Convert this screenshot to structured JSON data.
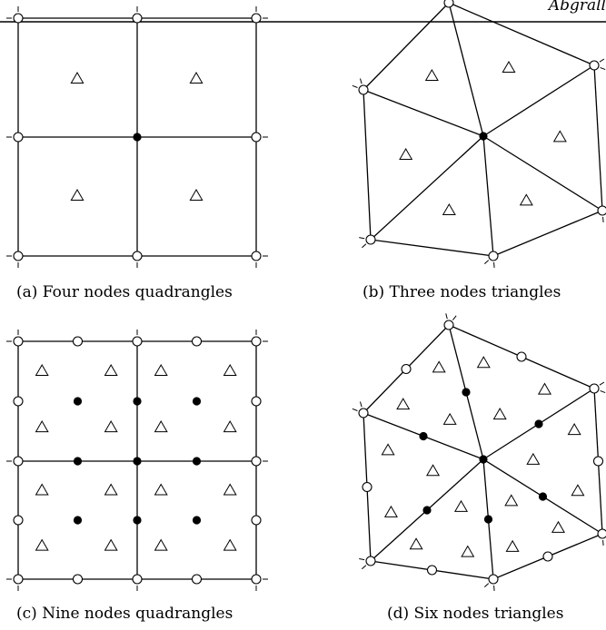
{
  "header": {
    "running_head": "Abgrall"
  },
  "figures": [
    {
      "id": "a",
      "caption": "(a) Four nodes quadrangles"
    },
    {
      "id": "b",
      "caption": "(b) Three nodes triangles"
    },
    {
      "id": "c",
      "caption": "(c) Nine nodes quadrangles"
    },
    {
      "id": "d",
      "caption": "(d) Six nodes triangles"
    }
  ],
  "legend_semantics": {
    "open-node": "boundary degree of freedom (white circle)",
    "filled-node": "interior degree of freedom (black circle)",
    "triangle-marker": "quadrature point (open triangle)"
  },
  "colors": {
    "stroke": "#000000",
    "background": "#ffffff"
  }
}
